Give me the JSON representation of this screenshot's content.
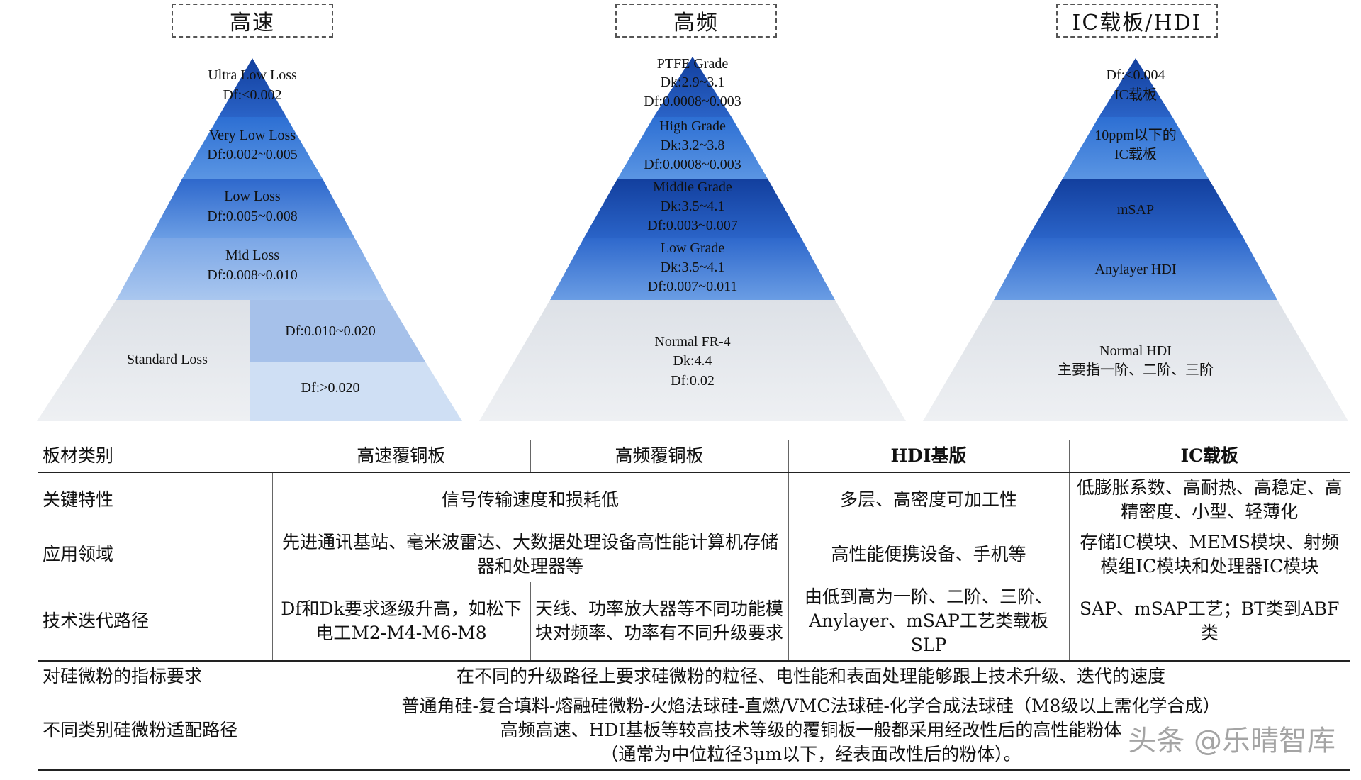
{
  "titles": {
    "speed": "高速",
    "freq": "高频",
    "ic": "IC载板/HDI"
  },
  "pyramid_speed": {
    "t1a": "Ultra Low Loss",
    "t1b": "Df:<0.002",
    "t2a": "Very Low Loss",
    "t2b": "Df:0.002~0.005",
    "t3a": "Low Loss",
    "t3b": "Df:0.005~0.008",
    "t4a": "Mid Loss",
    "t4b": "Df:0.008~0.010",
    "t5": "Standard Loss",
    "t5r1": "Df:0.010~0.020",
    "t5r2": "Df:>0.020"
  },
  "pyramid_freq": {
    "t1a": "PTFE Grade",
    "t1b": "Dk:2.9~3.1",
    "t1c": "Df:0.0008~0.003",
    "t2a": "High Grade",
    "t2b": "Dk:3.2~3.8",
    "t2c": "Df:0.0008~0.003",
    "t3a": "Middle Grade",
    "t3b": "Dk:3.5~4.1",
    "t3c": "Df:0.003~0.007",
    "t4a": "Low Grade",
    "t4b": "Dk:3.5~4.1",
    "t4c": "Df:0.007~0.011",
    "t5a": "Normal FR-4",
    "t5b": "Dk:4.4",
    "t5c": "Df:0.02"
  },
  "pyramid_ic": {
    "t1a": "Df:<0.004",
    "t1b": "IC载板",
    "t2a": "10ppm以下的",
    "t2b": "IC载板",
    "t3": "mSAP",
    "t4": "Anylayer HDI",
    "t5a": "Normal HDI",
    "t5b": "主要指一阶、二阶、三阶"
  },
  "table": {
    "h0": "板材类别",
    "h1": "高速覆铜板",
    "h2": "高频覆铜板",
    "h3": "HDI基版",
    "h4": "IC载板",
    "r1_label": "关键特性",
    "r1_c12": "信号传输速度和损耗低",
    "r1_c3": "多层、高密度可加工性",
    "r1_c4": "低膨胀系数、高耐热、高稳定、高精密度、小型、轻薄化",
    "r2_label": "应用领域",
    "r2_c12": "先进通讯基站、毫米波雷达、大数据处理设备高性能计算机存储器和处理器等",
    "r2_c3": "高性能便携设备、手机等",
    "r2_c4": "存储IC模块、MEMS模块、射频模组IC模块和处理器IC模块",
    "r3_label": "技术迭代路径",
    "r3_c1": "Df和Dk要求逐级升高，如松下电工M2-M4-M6-M8",
    "r3_c2": "天线、功率放大器等不同功能模块对频率、功率有不同升级要求",
    "r3_c3": "由低到高为一阶、二阶、三阶、Anylayer、mSAP工艺类载板SLP",
    "r3_c4": "SAP、mSAP工艺；BT类到ABF类",
    "r4_label": "对硅微粉的指标要求",
    "r4_val": "在不同的升级路径上要求硅微粉的粒径、电性能和表面处理能够跟上技术升级、迭代的速度",
    "r5_label": "不同类别硅微粉适配路径",
    "r5_l1": "普通角硅-复合填料-熔融硅微粉-火焰法球硅-直燃/VMC法球硅-化学合成法球硅（M8级以上需化学合成）",
    "r5_l2": "高频高速、HDI基板等较高技术等级的覆铜板一般都采用经改性后的高性能粉体",
    "r5_l3": "（通常为中位粒径3μm以下，经表面改性后的粉体）。"
  },
  "watermark": "头条 @乐晴智库",
  "colors": {
    "tier1": "#1a4fb8",
    "tier2": "#2f74d6",
    "tier3": "#4a8be0",
    "tier4": "#7eaae8",
    "base": "#e6e8ec"
  }
}
